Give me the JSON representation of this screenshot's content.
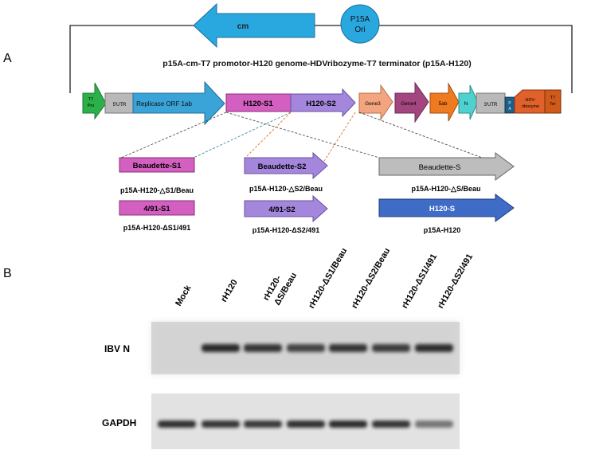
{
  "panel_a_label": "A",
  "panel_b_label": "B",
  "plasmid_title": "p15A-cm-T7 promotor-H120 genome-HDVribozyme-T7 terminator (p15A-H120)",
  "cm_label": "cm",
  "ori_label_1": "P15A",
  "ori_label_2": "Ori",
  "elements": {
    "t7pro_1": "T7",
    "t7pro_2": "Pro",
    "utr5": "5'UTR",
    "replicase": "Replicase ORF 1ab",
    "h120_s1": "H120-S1",
    "h120_s2": "H120-S2",
    "gene3": "Gene3",
    "gene4": "Gene4",
    "g5ab": "5ab",
    "n": "N",
    "utr3": "3'UTR",
    "pa_1": "P",
    "pa_2": "A",
    "hdv_1": "HDV-",
    "hdv_2": "ribozyme",
    "t7ter_1": "T7",
    "t7ter_2": "Ter"
  },
  "constructs": {
    "beau_s1": "Beaudette-S1",
    "beau_s1_name": "p15A-H120-△S1/Beau",
    "s1_491": "4/91-S1",
    "s1_491_name": "p15A-H120-ΔS1/491",
    "beau_s2": "Beaudette-S2",
    "beau_s2_name": "p15A-H120-△S2/Beau",
    "s2_491": "4/91-S2",
    "s2_491_name": "p15A-H120-ΔS2/491",
    "beau_s": "Beaudette-S",
    "beau_s_name": "p15A-H120-△S/Beau",
    "h120_s": "H120-S",
    "h120_s_name": "p15A-H120"
  },
  "blot": {
    "lanes": [
      "Mock",
      "rH120",
      "rH120-ΔS/Beau",
      "rH120-ΔS1/Beau",
      "rH120-ΔS2/Beau",
      "rH120-ΔS1/491",
      "rH120-ΔS2/491"
    ],
    "lane2_line1": "rH120-",
    "lane2_line2": "ΔS/Beau",
    "row1_label": "IBV N",
    "row2_label": "GAPDH",
    "ibv_n_intensity": [
      0.0,
      0.92,
      0.86,
      0.78,
      0.86,
      0.82,
      0.9
    ],
    "gapdh_intensity": [
      0.9,
      0.88,
      0.85,
      0.9,
      0.92,
      0.88,
      0.55
    ]
  },
  "colors": {
    "cm": "#29a8e0",
    "t7pro": "#2bb04a",
    "utr": "#b9b9b9",
    "replicase": "#3aa3d8",
    "s1": "#d35fc0",
    "s2": "#a487dc",
    "gene3": "#f2a57e",
    "gene4": "#a3457f",
    "g5ab": "#ef7a1f",
    "n": "#4fd2cf",
    "pa": "#1d5f8a",
    "hdv": "#e0612a",
    "t7ter": "#d05a1a",
    "beau_s": "#bdbdbd",
    "h120_s": "#3f6cc7"
  }
}
